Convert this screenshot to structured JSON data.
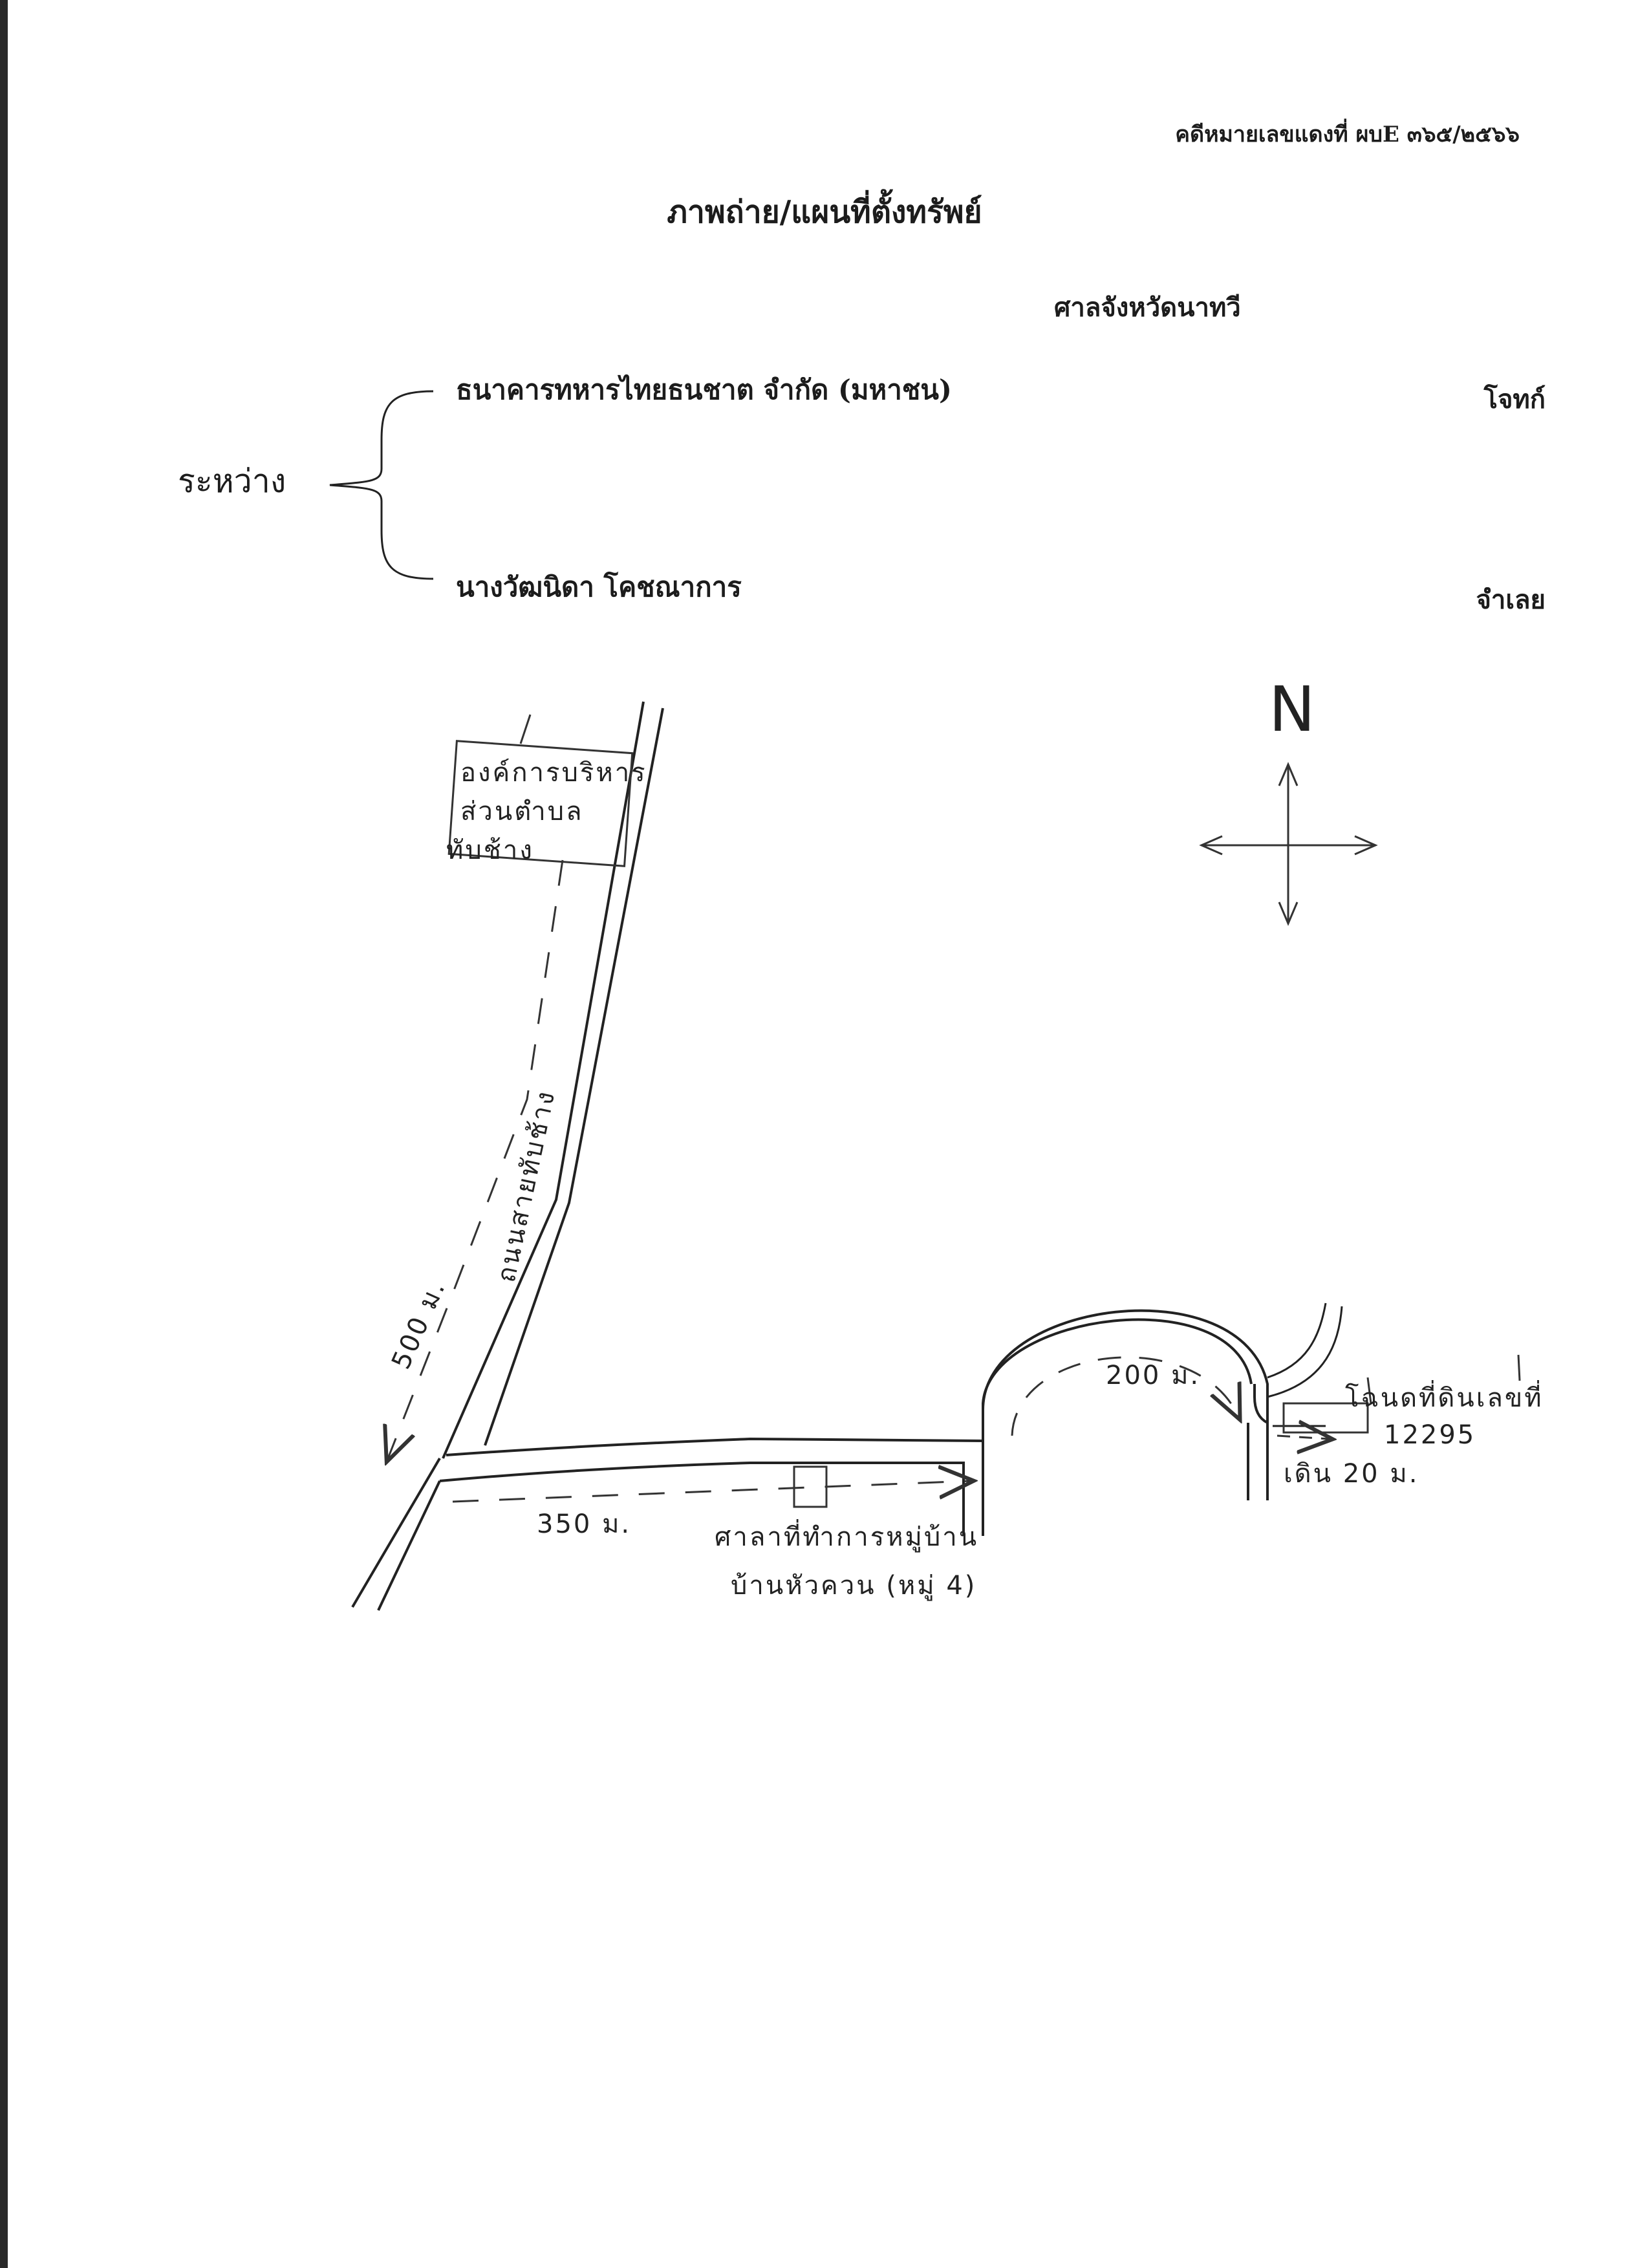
{
  "header": {
    "case_number": "คดีหมายเลขแดงที่ ผบE ๓๖๕/๒๕๖๖",
    "title": "ภาพถ่าย/แผนที่ตั้งทรัพย์",
    "court": "ศาลจังหวัดนาทวี"
  },
  "parties": {
    "between_label": "ระหว่าง",
    "plaintiff": {
      "name": "ธนาคารทหารไทยธนชาต จำกัด (มหาชน)",
      "role": "โจทก์"
    },
    "defendant": {
      "name": "นางวัฒนิดา โคชณาการ",
      "role": "จำเลย"
    }
  },
  "map": {
    "north_label": "N",
    "start_building": [
      "องค์การบริหาร",
      "ส่วนตำบล",
      "ทับช้าง"
    ],
    "main_road_label": "ถนนสายทับช้าง",
    "distance_500": "500 ม.",
    "distance_350": "350 ม.",
    "distance_200": "200 ม.",
    "village_office": [
      "ศาลาที่ทำการหมู่บ้าน",
      "บ้านหัวควน (หมู่ 4)"
    ],
    "property_label": "โฉนดที่ดินเลขที่",
    "property_number": "12295",
    "walk_label": "เดิน 20 ม."
  }
}
